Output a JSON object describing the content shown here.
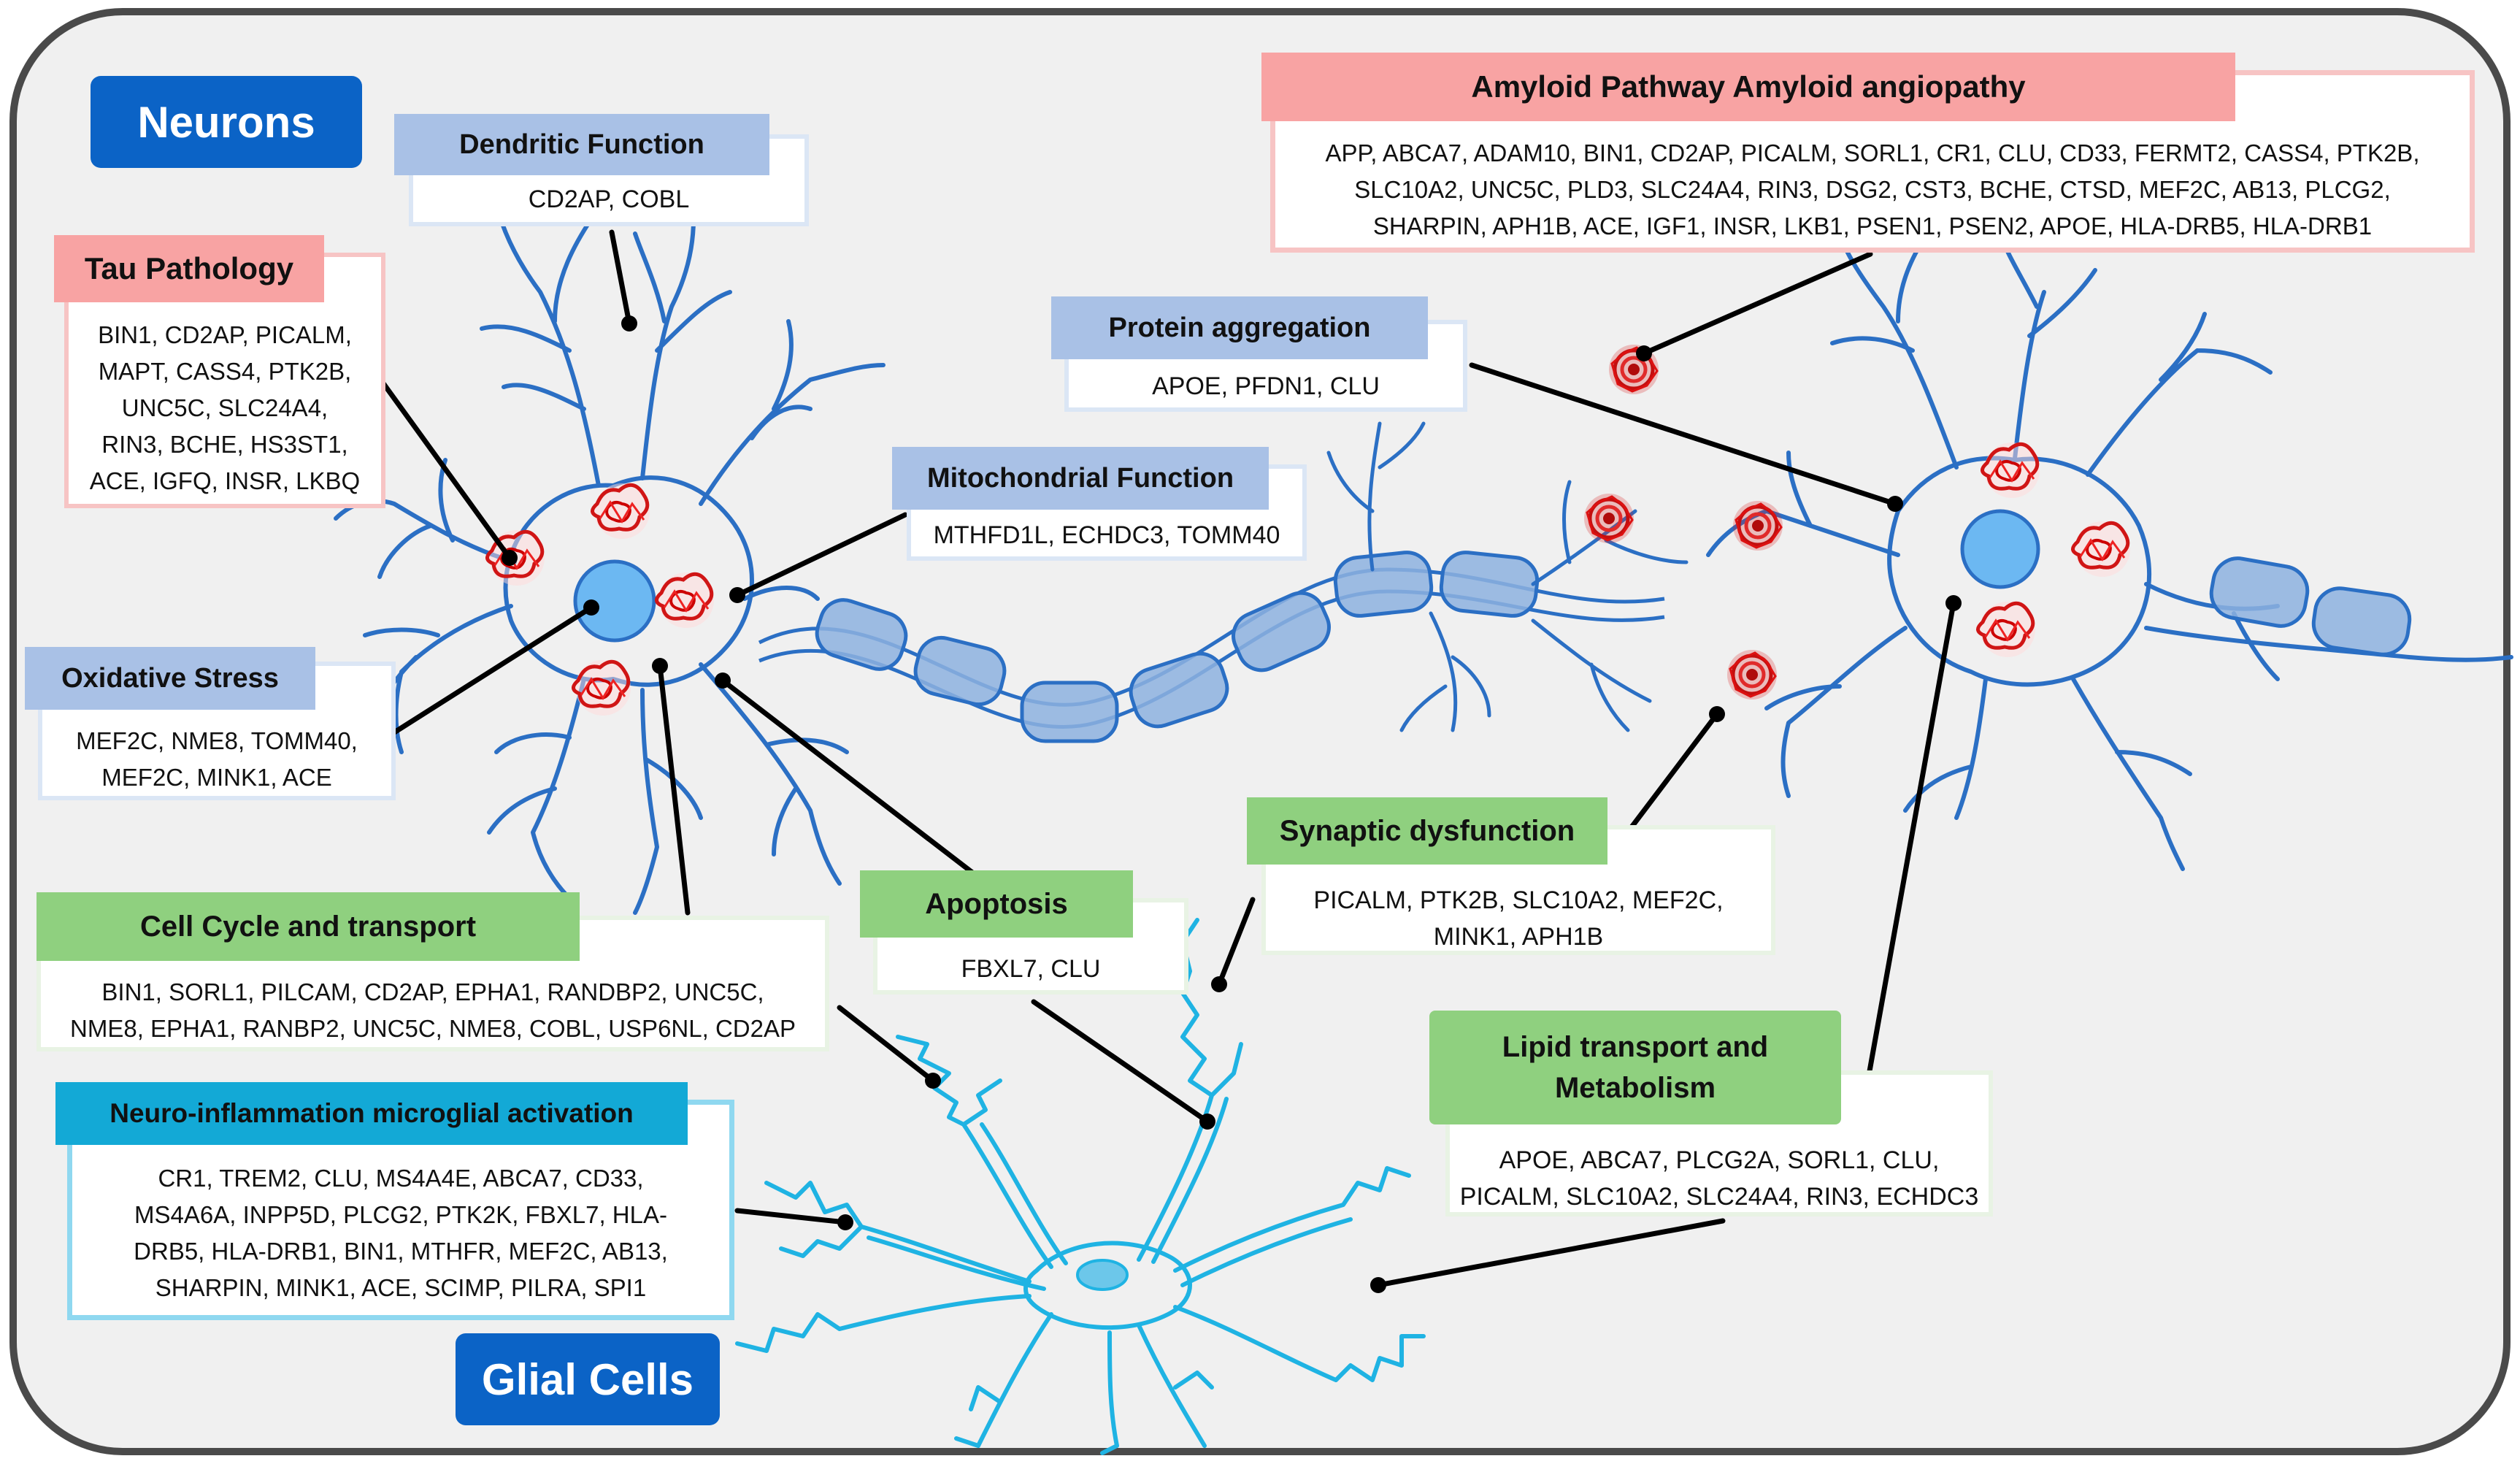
{
  "colors": {
    "neuron_stroke": "#2b6fc4",
    "glial_stroke": "#1fb3e3",
    "soma_fill": "#6cb8f2",
    "plaque": "#d81f1f",
    "panel_bg": "#f0f0f0",
    "header_blue": "#a9c1e6",
    "header_red": "#f8a3a3",
    "header_green": "#8fd07f",
    "header_cyan": "#13a9d6",
    "title_box": "#0b63c6"
  },
  "titles": {
    "neurons": "Neurons",
    "glial": "Glial Cells"
  },
  "boxes": {
    "dendritic": {
      "title": "Dendritic Function",
      "genes": "CD2AP, COBL"
    },
    "tau": {
      "title": "Tau Pathology",
      "genes": "BIN1, CD2AP, PICALM,\nMAPT, CASS4, PTK2B,\nUNC5C, SLC24A4,\nRIN3, BCHE, HS3ST1,\nACE, IGFQ, INSR, LKBQ"
    },
    "oxidative": {
      "title": "Oxidative Stress",
      "genes": "MEF2C, NME8, TOMM40,\nMEF2C, MINK1, ACE"
    },
    "mito": {
      "title": "Mitochondrial Function",
      "genes": "MTHFD1L, ECHDC3, TOMM40"
    },
    "protein": {
      "title": "Protein aggregation",
      "genes": "APOE, PFDN1, CLU"
    },
    "amyloid": {
      "title": "Amyloid Pathway Amyloid angiopathy",
      "genes": "APP, ABCA7, ADAM10, BIN1, CD2AP, PICALM, SORL1, CR1, CLU, CD33, FERMT2, CASS4, PTK2B,\nSLC10A2, UNC5C, PLD3, SLC24A4, RIN3, DSG2, CST3, BCHE, CTSD, MEF2C, AB13, PLCG2,\nSHARPIN, APH1B, ACE, IGF1, INSR, LKB1, PSEN1, PSEN2, APOE, HLA-DRB5, HLA-DRB1"
    },
    "cellcycle": {
      "title": "Cell Cycle and transport",
      "genes": "BIN1, SORL1, PILCAM, CD2AP, EPHA1, RANDBP2, UNC5C,\nNME8, EPHA1, RANBP2, UNC5C, NME8, COBL, USP6NL, CD2AP"
    },
    "apoptosis": {
      "title": "Apoptosis",
      "genes": "FBXL7, CLU"
    },
    "synaptic": {
      "title": "Synaptic dysfunction",
      "genes": "PICALM, PTK2B, SLC10A2, MEF2C,\nMINK1, APH1B"
    },
    "lipid": {
      "title": "Lipid transport and\nMetabolism",
      "genes": "APOE, ABCA7, PLCG2A, SORL1, CLU,\nPICALM, SLC10A2, SLC24A4, RIN3, ECHDC3"
    },
    "neuroinfl": {
      "title": "Neuro-inflammation microglial activation",
      "genes": "CR1, TREM2, CLU, MS4A4E, ABCA7, CD33,\nMS4A6A, INPP5D, PLCG2, PTK2K, FBXL7, HLA-\nDRB5, HLA-DRB1, BIN1, MTHFR, MEF2C, AB13,\nSHARPIN, MINK1, ACE, SCIMP, PILRA, SPI1"
    }
  }
}
